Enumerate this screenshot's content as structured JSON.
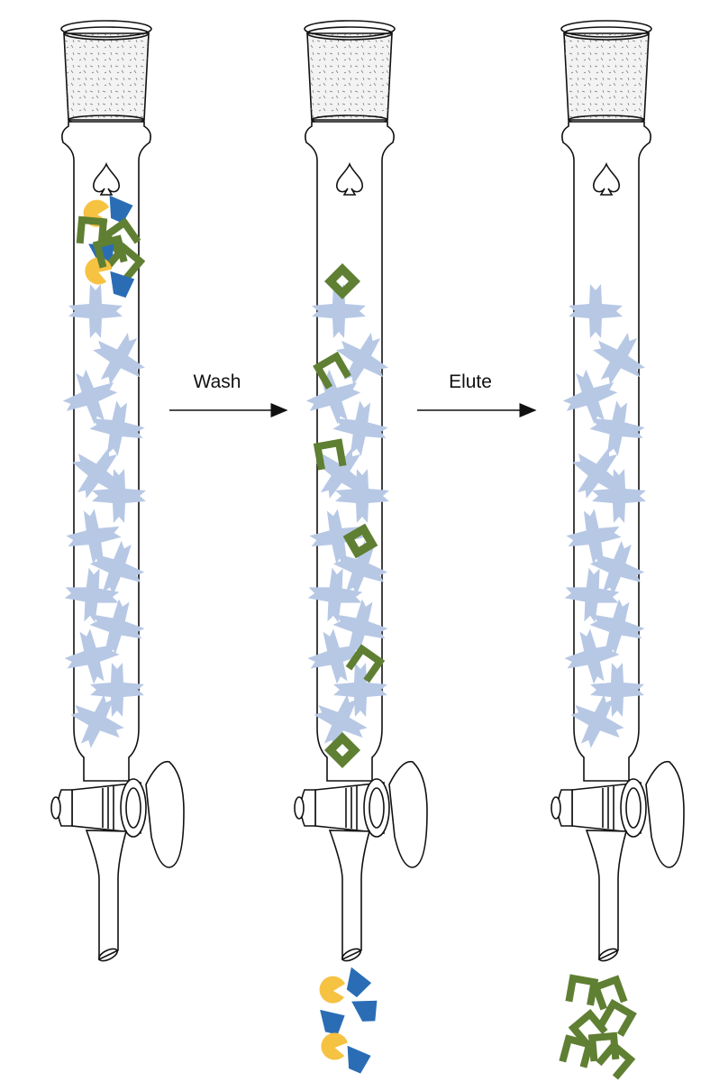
{
  "steps": [
    {
      "label": "Wash"
    },
    {
      "label": "Elute"
    }
  ],
  "colors": {
    "resin_bead": "#b7c8e5",
    "target_molecule": "#5f7f33",
    "impurity_crescent": "#f5c242",
    "impurity_wedge": "#2a6db5",
    "glass_outline": "#111111",
    "frit_fill": "#f3f3f3"
  },
  "columns": [
    {
      "id": "column-1",
      "state": "loaded",
      "contents": [
        "resin-beads",
        "target-molecules",
        "impurities"
      ]
    },
    {
      "id": "column-2",
      "state": "washed",
      "contents": [
        "resin-beads",
        "bound-target-molecules"
      ],
      "output": [
        "impurity-crescents",
        "impurity-wedges"
      ]
    },
    {
      "id": "column-3",
      "state": "eluted",
      "contents": [
        "resin-beads"
      ],
      "output": [
        "target-molecules"
      ]
    }
  ],
  "icons": {
    "column_marker": "spade-icon",
    "resin_bead": "cross-bead-icon",
    "target_molecule": "bracket-molecule-icon",
    "impurity_a": "crescent-icon",
    "impurity_b": "wedge-icon",
    "arrow": "arrow-right-icon"
  }
}
